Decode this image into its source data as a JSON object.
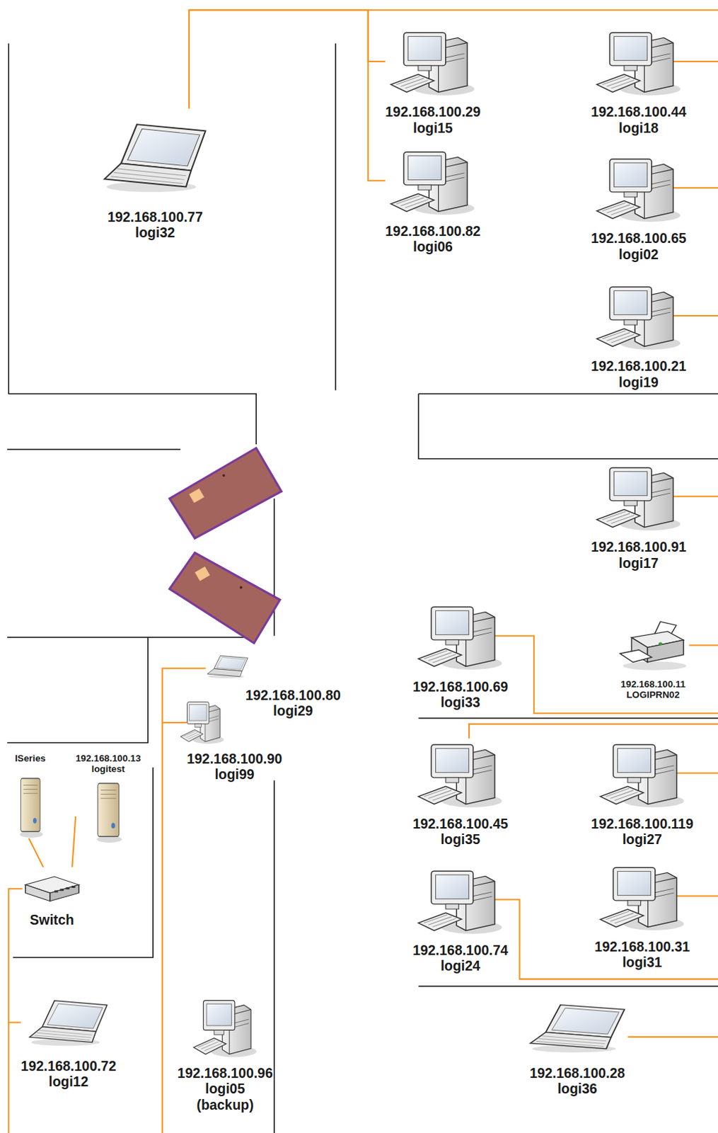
{
  "diagram": {
    "nodes": [
      {
        "text": [
          "192.168.100.77",
          "logi32"
        ]
      },
      {
        "text": [
          "192.168.100.29",
          "logi15"
        ]
      },
      {
        "text": [
          "192.168.100.44",
          "logi18"
        ]
      },
      {
        "text": [
          "192.168.100.82",
          "logi06"
        ]
      },
      {
        "text": [
          "192.168.100.65",
          "logi02"
        ]
      },
      {
        "text": [
          "192.168.100.21",
          "logi19"
        ]
      },
      {
        "text": [
          "192.168.100.91",
          "logi17"
        ]
      },
      {
        "text": [
          "192.168.100.69",
          "logi33"
        ]
      },
      {
        "text": [
          "192.168.100.11",
          "LOGIPRN02"
        ]
      },
      {
        "text": [
          "192.168.100.80",
          "logi29"
        ]
      },
      {
        "text": [
          "192.168.100.90",
          "logi99"
        ]
      },
      {
        "text": [
          "192.168.100.45",
          "logi35"
        ]
      },
      {
        "text": [
          "192.168.100.119",
          "logi27"
        ]
      },
      {
        "text": [
          "ISeries"
        ]
      },
      {
        "text": [
          "192.168.100.13",
          "logitest"
        ]
      },
      {
        "text": [
          "192.168.100.74",
          "logi24"
        ]
      },
      {
        "text": [
          "192.168.100.31",
          "logi31"
        ]
      },
      {
        "text": [
          "Switch"
        ]
      },
      {
        "text": [
          "192.168.100.72",
          "logi12"
        ]
      },
      {
        "text": [
          "192.168.100.96",
          "logi05",
          "(backup)"
        ]
      },
      {
        "text": [
          "192.168.100.28",
          "logi36"
        ]
      }
    ],
    "edges": [
      {
        "from": 0,
        "to": 1,
        "arrow": "none"
      },
      {
        "from": 0,
        "to": 3,
        "arrow": "none"
      },
      {
        "from": 13,
        "to": 17,
        "arrow": "none"
      },
      {
        "from": 14,
        "to": 17,
        "arrow": "none"
      },
      {
        "from": 17,
        "to": 18,
        "arrow": "none"
      },
      {
        "from": 9,
        "to": 10,
        "arrow": "none"
      }
    ]
  }
}
